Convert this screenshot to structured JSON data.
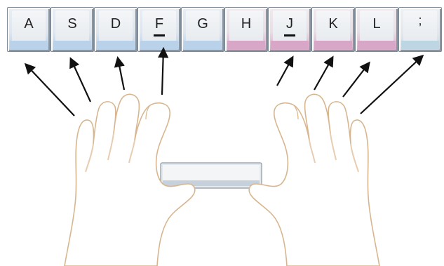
{
  "keys": [
    {
      "label": "A",
      "hand": "left-hand"
    },
    {
      "label": "S",
      "hand": "left-hand"
    },
    {
      "label": "D",
      "hand": "left-hand"
    },
    {
      "label": "F",
      "hand": "left-hand",
      "home": true
    },
    {
      "label": "G",
      "hand": "left-hand"
    },
    {
      "label": "H",
      "hand": "right-hand"
    },
    {
      "label": "J",
      "hand": "right-hand",
      "home": true
    },
    {
      "label": "K",
      "hand": "right-hand"
    },
    {
      "label": "L",
      "hand": "right-hand"
    },
    {
      "label": ";",
      "hand": "neutral",
      "colon": true
    }
  ],
  "colors": {
    "left_accent": "#b9d2ea",
    "right_accent": "#d8a6c6",
    "neutral_accent": "#bcd6e4",
    "arrow": "#111111",
    "hand_fill": "#ffffff",
    "hand_shadow": "#e3c8a8",
    "spacebar": "#e4e9ee"
  },
  "illustration": {
    "left_hand_icon": "left-hand-icon",
    "right_hand_icon": "right-hand-icon",
    "spacebar_icon": "spacebar-icon",
    "arrow_icon": "arrow-icon"
  }
}
